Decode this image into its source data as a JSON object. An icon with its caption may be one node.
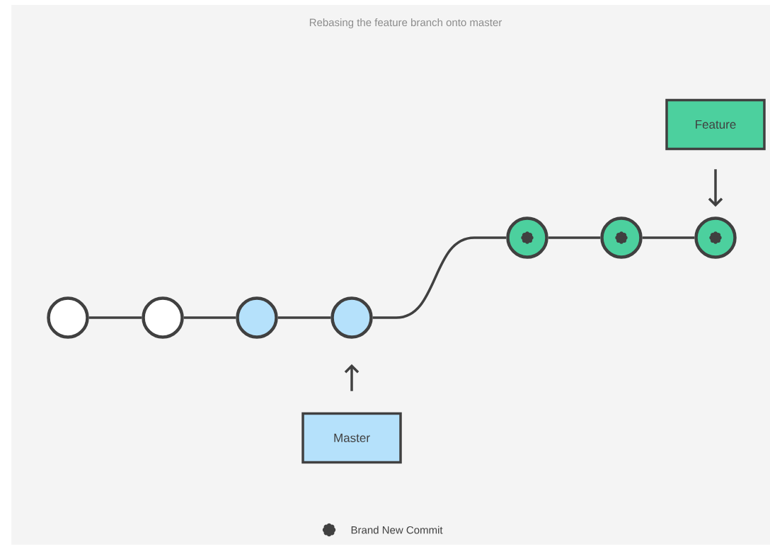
{
  "diagram": {
    "title": "Rebasing the feature branch onto master",
    "nodes": [
      {
        "text": [],
        "shape": "circle"
      },
      {
        "text": [],
        "shape": "circle"
      },
      {
        "text": [],
        "shape": "circle"
      },
      {
        "text": [],
        "shape": "circle"
      },
      {
        "text": [],
        "shape": "circle"
      },
      {
        "text": [],
        "shape": "circle"
      },
      {
        "text": [],
        "shape": "circle"
      },
      {
        "text": [
          "Master"
        ]
      },
      {
        "text": [
          "Feature"
        ]
      }
    ],
    "edges": [
      {
        "from": 0,
        "to": 1,
        "arrow": "none"
      },
      {
        "from": 1,
        "to": 2,
        "arrow": "none"
      },
      {
        "from": 2,
        "to": 3,
        "arrow": "none"
      },
      {
        "from": 3,
        "to": 4,
        "arrow": "none"
      },
      {
        "from": 4,
        "to": 5,
        "arrow": "none"
      },
      {
        "from": 5,
        "to": 6,
        "arrow": "none"
      },
      {
        "from": 7,
        "to": 3,
        "arrow": "to"
      },
      {
        "from": 8,
        "to": 6,
        "arrow": "to"
      }
    ],
    "legend": [
      {
        "text": "Brand New Commit"
      }
    ]
  }
}
